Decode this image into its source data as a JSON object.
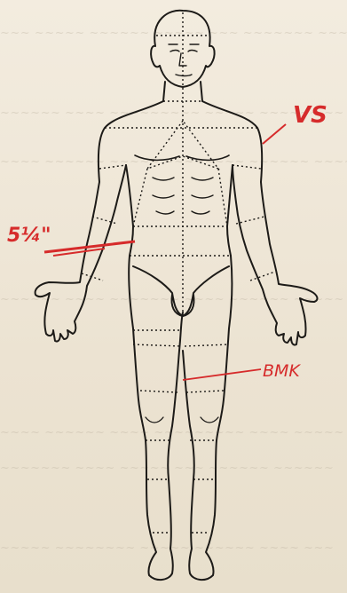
{
  "annotations": {
    "vs": "VS",
    "measure": "5¼\"",
    "bmk": "BMK"
  },
  "colors": {
    "ink": "#1d1b18",
    "red_annotation": "#d62b2b",
    "paper": "#efe7d8"
  }
}
